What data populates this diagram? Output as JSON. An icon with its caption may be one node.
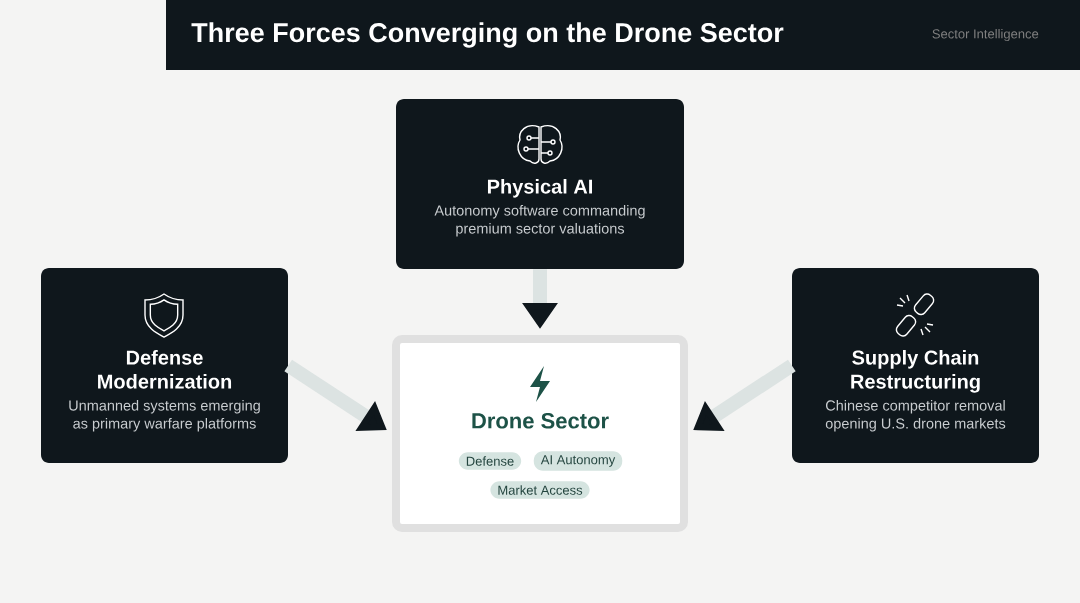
{
  "diagram": {
    "title": "Three Forces Converging on the Drone Sector",
    "nodes": [
      {
        "text": [
          "Physical AI",
          "Autonomy software commanding premium sector valuations"
        ]
      },
      {
        "text": [
          "Defense Modernization",
          "Unmanned systems emerging as primary warfare platforms"
        ]
      },
      {
        "text": [
          "Drone Sector"
        ]
      },
      {
        "text": [
          "Defense"
        ],
        "in": 2
      },
      {
        "text": [
          "AI Autonomy"
        ],
        "in": 2
      },
      {
        "text": [
          "Market Access"
        ],
        "in": 2
      },
      {
        "text": [
          "Supply Chain Restructuring",
          "Chinese competitor removal opening U.S. drone markets"
        ]
      }
    ],
    "edges": [
      {
        "from": 0,
        "to": 2,
        "arrow": "to"
      },
      {
        "from": 1,
        "to": 2,
        "arrow": "to"
      },
      {
        "from": 6,
        "to": 2,
        "arrow": "to"
      }
    ],
    "labels": [
      "Sector Intelligence"
    ]
  }
}
